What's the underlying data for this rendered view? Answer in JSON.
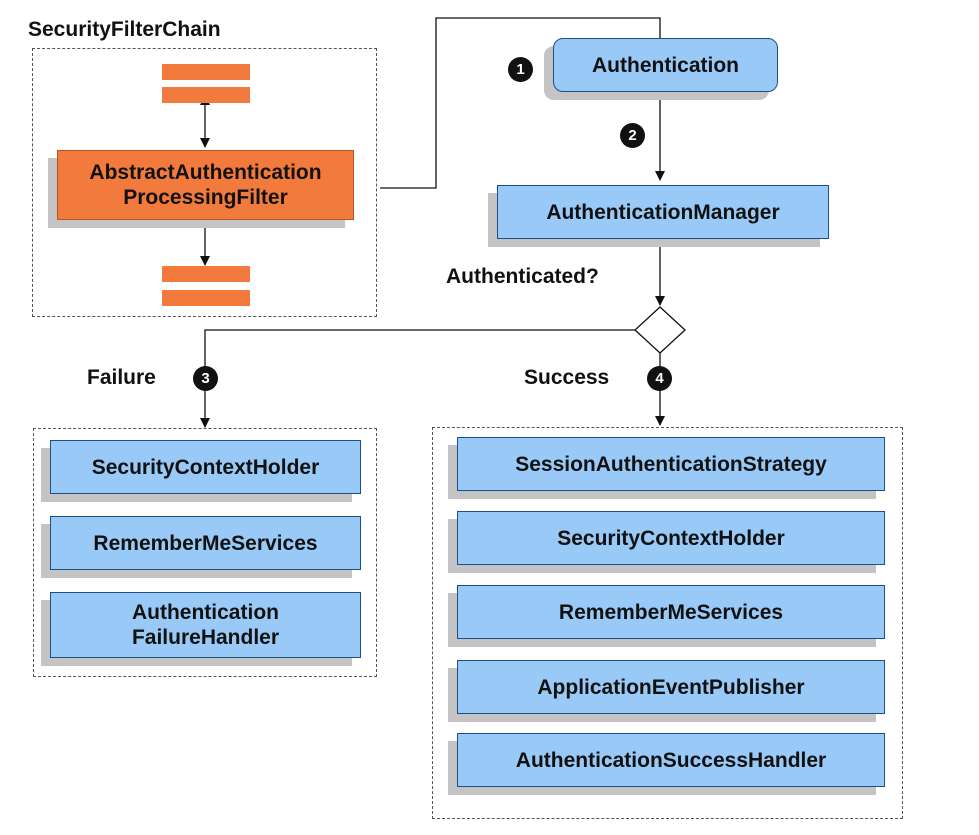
{
  "filter_chain": {
    "title": "SecurityFilterChain",
    "filter_label": "AbstractAuthentication\nProcessingFilter"
  },
  "authentication": {
    "label": "Authentication",
    "step": "1"
  },
  "manager": {
    "label": "AuthenticationManager",
    "step": "2"
  },
  "decision": {
    "label": "Authenticated?"
  },
  "failure": {
    "label": "Failure",
    "step": "3",
    "items": [
      "SecurityContextHolder",
      "RememberMeServices",
      "Authentication\nFailureHandler"
    ]
  },
  "success": {
    "label": "Success",
    "step": "4",
    "items": [
      "SessionAuthenticationStrategy",
      "SecurityContextHolder",
      "RememberMeServices",
      "ApplicationEventPublisher",
      "AuthenticationSuccessHandler"
    ]
  },
  "colors": {
    "box_fill": "#99c9f7",
    "box_border": "#1d4f86",
    "filter_fill": "#f27a3c",
    "badge": "#111111"
  }
}
